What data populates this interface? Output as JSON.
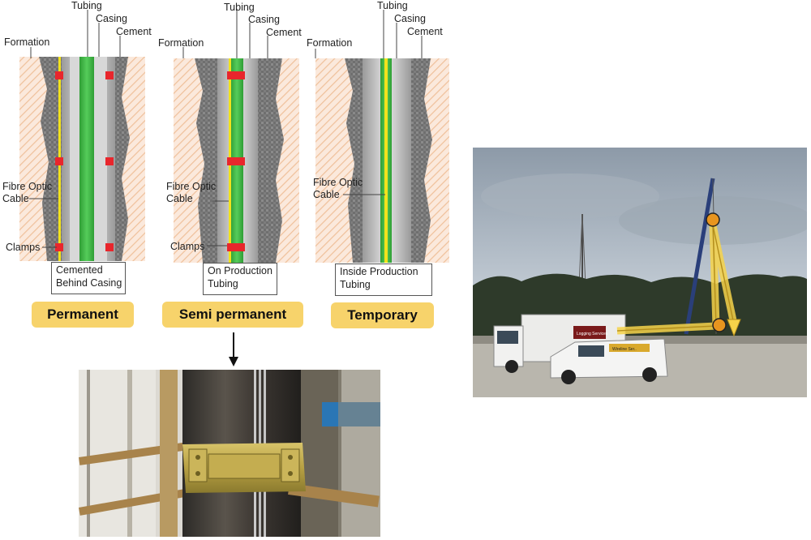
{
  "labels": {
    "tubing": "Tubing",
    "casing": "Casing",
    "cement": "Cement",
    "formation": "Formation",
    "fibre_optic_cable": "Fibre Optic\nCable",
    "clamps": "Clamps"
  },
  "panels": [
    {
      "caption": "Cemented\nBehind Casing",
      "category": "Permanent"
    },
    {
      "caption": "On Production\nTubing",
      "category": "Semi permanent"
    },
    {
      "caption": "Inside Production\nTubing",
      "category": "Temporary"
    }
  ],
  "photo_truck": {
    "van_text": "Wireline Ser..",
    "truck_text": "Logging Services"
  },
  "colors": {
    "category_fill": "#f7d36b",
    "fibre": "#f2e21c",
    "tubing_green": "#3fb844",
    "clamp_red": "#e8262c",
    "formation_hatch": "#f2c9a6",
    "highlight_yellow": "#f6d34a",
    "node_orange": "#e8951f"
  }
}
